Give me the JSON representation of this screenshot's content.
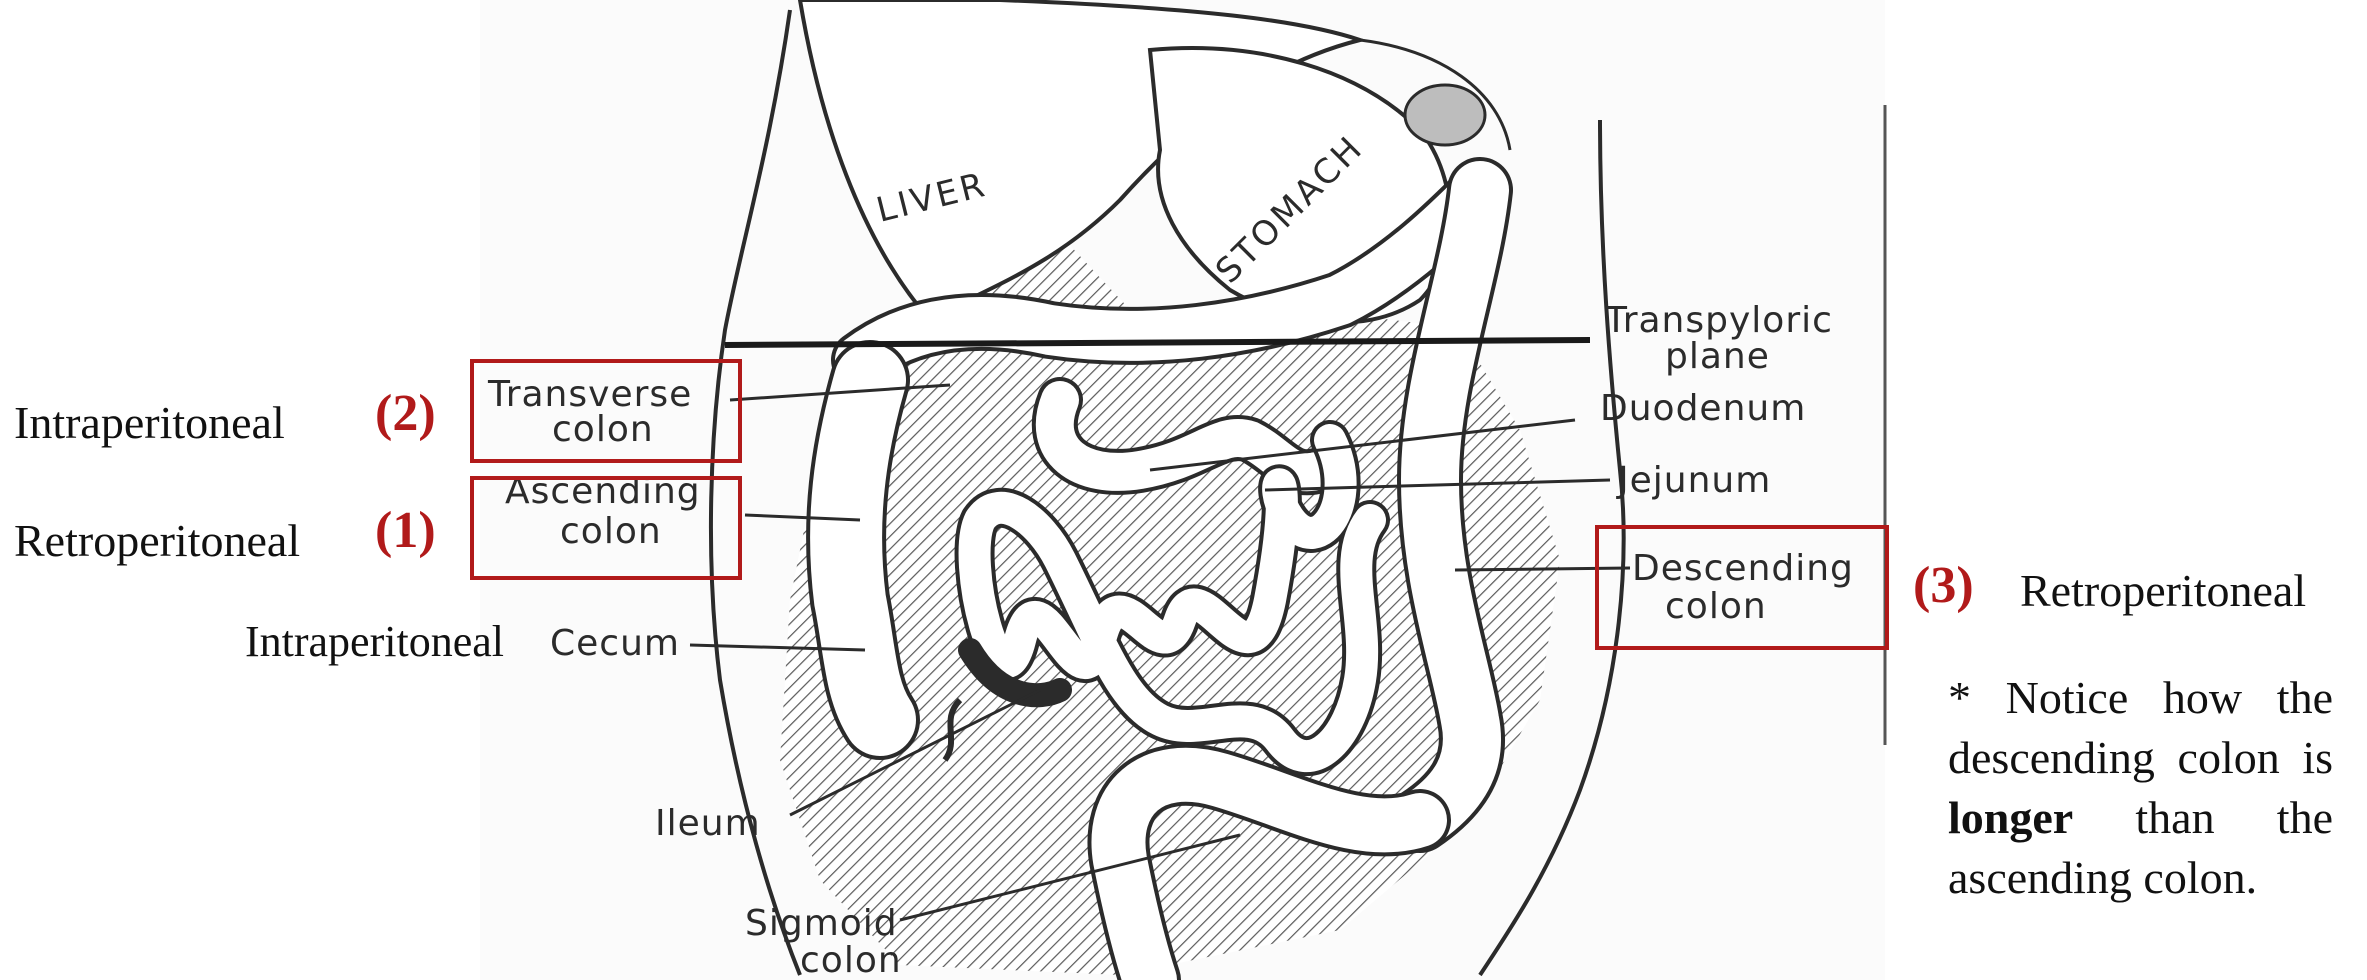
{
  "colors": {
    "accent_red": "#b11a1a",
    "ink": "#2b2b2b",
    "text": "#111111"
  },
  "diagram": {
    "organs": {
      "liver": "LIVER",
      "stomach": "STOMACH"
    },
    "labels": {
      "transverse_colon": [
        "Transverse",
        "colon"
      ],
      "ascending_colon": [
        "Ascending",
        "colon"
      ],
      "cecum": "Cecum",
      "ileum": "Ileum",
      "sigmoid_colon": [
        "Sigmoid",
        "colon"
      ],
      "transpyloric_plane": [
        "Transpyloric",
        "plane"
      ],
      "duodenum": "Duodenum",
      "jejunum": "Jejunum",
      "descending_colon": [
        "Descending",
        "colon"
      ]
    },
    "markers": {
      "transverse": "(2)",
      "ascending": "(1)",
      "descending": "(3)"
    },
    "classifications": {
      "transverse": "Intraperitoneal",
      "ascending": "Retroperitoneal",
      "cecum": "Intraperitoneal",
      "descending": "Retroperitoneal"
    },
    "note": {
      "prefix": "* Notice how the descending colon is ",
      "emphasis": "longer",
      "suffix": " than the ascending colon."
    }
  }
}
